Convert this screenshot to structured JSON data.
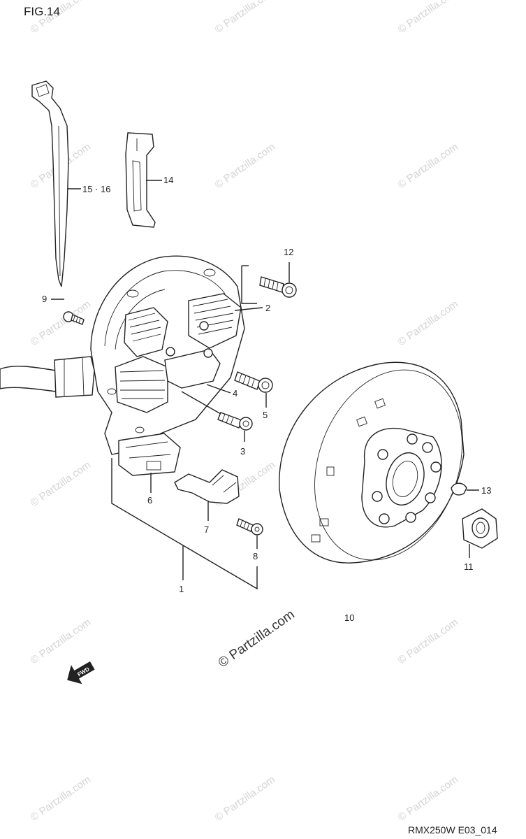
{
  "title": "FIG.14",
  "diagram_code": "RMX250W E03_014",
  "watermark": "© Partzilla.com",
  "fwd_symbol": "FWD",
  "callouts": {
    "p1": "1",
    "p2": "2",
    "p3": "3",
    "p4": "4",
    "p5": "5",
    "p6": "6",
    "p7": "7",
    "p8": "8",
    "p9": "9",
    "p10": "10",
    "p11": "11",
    "p12": "12",
    "p13": "13",
    "p14": "14",
    "p15_16": "15 · 16"
  },
  "colors": {
    "line": "#222222",
    "watermark": "#d4d4d4",
    "background": "#ffffff"
  }
}
